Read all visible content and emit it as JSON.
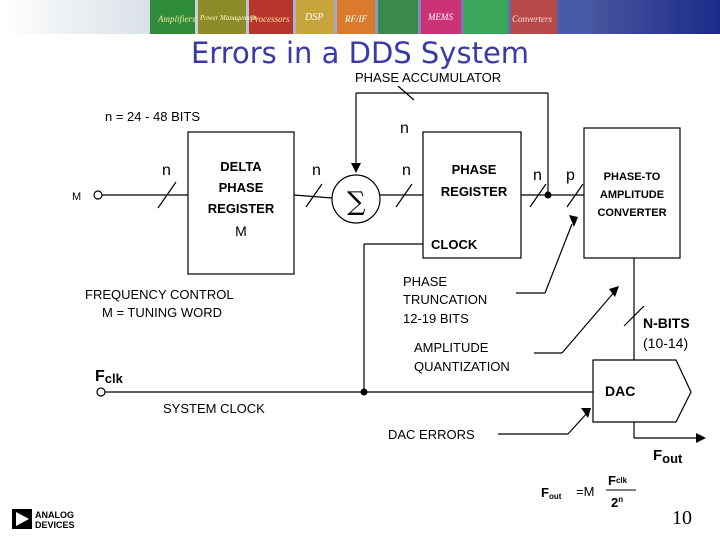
{
  "title": "Errors in a DDS System",
  "page_number": "10",
  "banner": {
    "words": [
      "Amplifiers",
      "Power Management",
      "Processors",
      "DSP",
      "RF/IF",
      "MEMS",
      "Converters"
    ]
  },
  "logo": {
    "line1": "ANALOG",
    "line2": "DEVICES"
  },
  "labels": {
    "phase_accumulator": "PHASE ACCUMULATOR",
    "bits_range": "n = 24 - 48 BITS",
    "n": "n",
    "p": "p",
    "m_input": "M",
    "delta_line1": "DELTA",
    "delta_line2": "PHASE",
    "delta_line3": "REGISTER",
    "delta_line4": "M",
    "phase_reg_line1": "PHASE",
    "phase_reg_line2": "REGISTER",
    "clock": "CLOCK",
    "pta_line1": "PHASE-TO",
    "pta_line2": "AMPLITUDE",
    "pta_line3": "CONVERTER",
    "freq_control": "FREQUENCY CONTROL",
    "tuning_word": "M = TUNING WORD",
    "truncation_line1": "PHASE",
    "truncation_line2": "TRUNCATION",
    "truncation_line3": "12-19 BITS",
    "quant_line1": "AMPLITUDE",
    "quant_line2": "QUANTIZATION",
    "nbits_line1": "N-BITS",
    "nbits_line2": "(10-14)",
    "fclk_f": "F",
    "fclk_sub": "clk",
    "system_clock": "SYSTEM CLOCK",
    "dac": "DAC",
    "dac_errors": "DAC ERRORS",
    "fout_f": "F",
    "fout_sub": "out"
  },
  "formula": {
    "lhs_f": "F",
    "lhs_sub": "out",
    "eq": "=M",
    "num_f": "F",
    "num_sub": "clk",
    "den": "2",
    "den_sup": "n"
  },
  "colors": {
    "title": "#3a3aa6",
    "accent": "#3a3aa6"
  }
}
